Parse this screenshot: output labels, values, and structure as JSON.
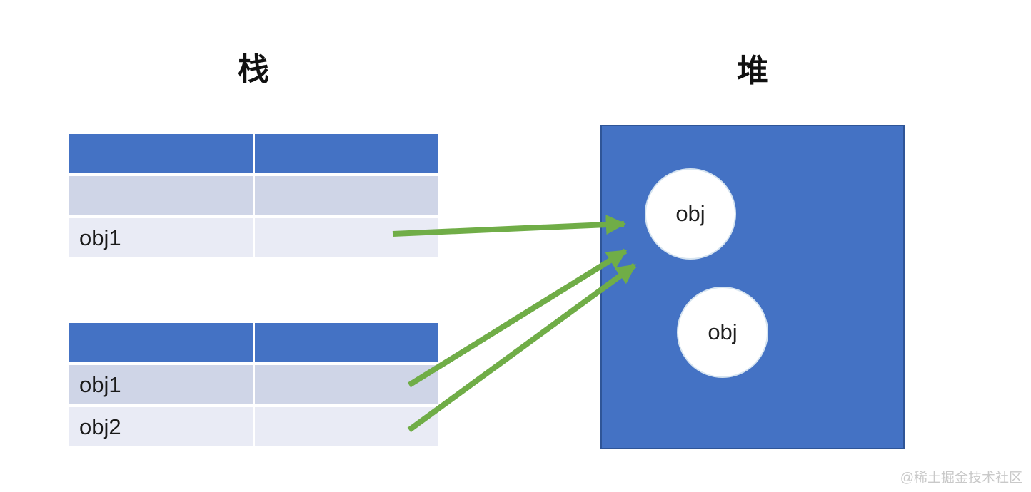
{
  "colors": {
    "header_blue": "#4472C4",
    "row_dark": "#CFD5E7",
    "row_light": "#E9EBF5",
    "heap_fill": "#4472C4",
    "heap_border": "#2F5597",
    "arrow_green": "#70AD47",
    "text_dark": "#1a1a1a",
    "watermark_gray": "#c9c9c9"
  },
  "stack": {
    "title": "栈",
    "tables": [
      {
        "rows": [
          {
            "type": "header",
            "cells": [
              "",
              ""
            ]
          },
          {
            "type": "body",
            "cells": [
              "",
              ""
            ]
          },
          {
            "type": "body",
            "cells": [
              "obj1",
              ""
            ]
          }
        ]
      },
      {
        "rows": [
          {
            "type": "header",
            "cells": [
              "",
              ""
            ]
          },
          {
            "type": "body",
            "cells": [
              "obj1",
              ""
            ]
          },
          {
            "type": "body",
            "cells": [
              "obj2",
              ""
            ]
          }
        ]
      }
    ]
  },
  "heap": {
    "title": "堆",
    "objects": [
      {
        "label": "obj"
      },
      {
        "label": "obj"
      }
    ]
  },
  "arrows": [
    {
      "from": "stack table 1 row obj1",
      "to": "heap object 1"
    },
    {
      "from": "stack table 2 row obj1",
      "to": "heap object 1"
    },
    {
      "from": "stack table 2 row obj2",
      "to": "heap object 1"
    }
  ],
  "watermark": "@稀土掘金技术社区"
}
